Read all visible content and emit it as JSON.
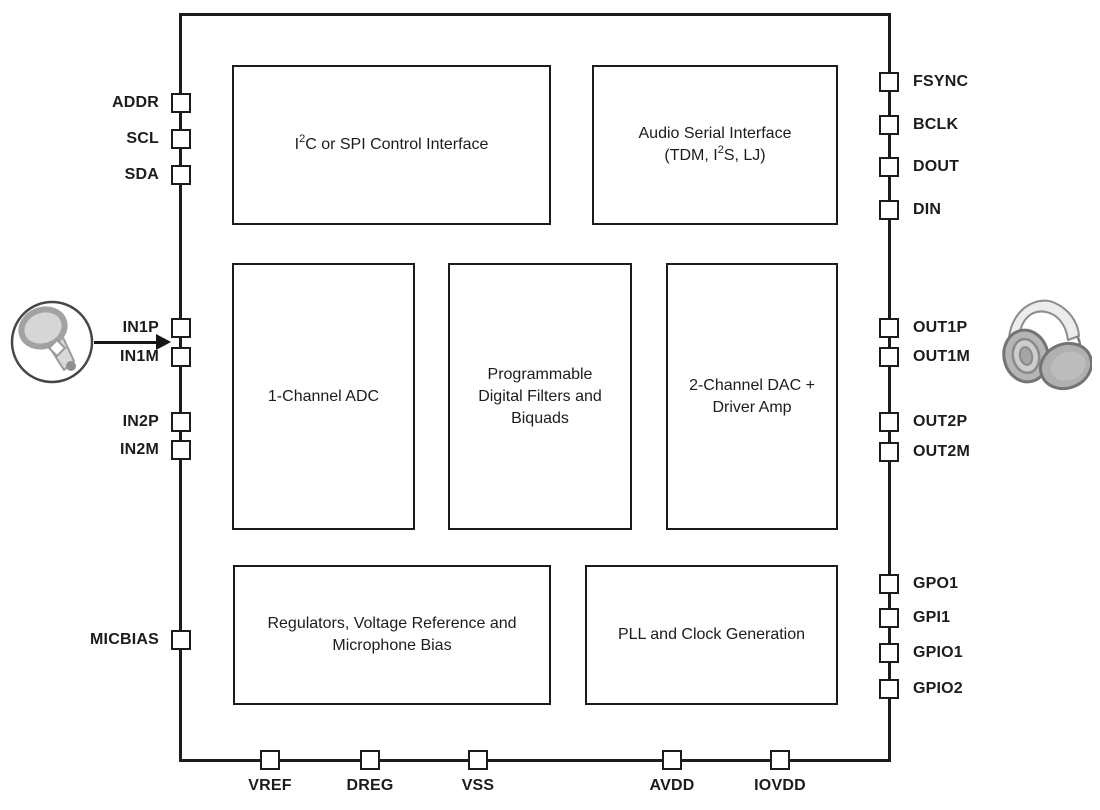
{
  "diagram": {
    "kind": "audio-codec-functional-block-diagram",
    "blocks": {
      "i2c": {
        "pre": "I",
        "sup": "2",
        "post": "C or SPI Control Interface"
      },
      "asi": {
        "line1": "Audio Serial Interface",
        "l2pre": "(TDM, I",
        "l2sup": "2",
        "l2post": "S, LJ)"
      },
      "adc": {
        "line1": "1-Channel ADC"
      },
      "filters": {
        "line1": "Programmable",
        "line2": "Digital Filters and",
        "line3": "Biquads"
      },
      "dac": {
        "line1": "2-Channel DAC +",
        "line2": "Driver Amp"
      },
      "reg": {
        "line1": "Regulators, Voltage Reference and",
        "line2": "Microphone Bias"
      },
      "pll": {
        "line1": "PLL and Clock Generation"
      }
    },
    "pins": {
      "left": [
        {
          "label": "ADDR"
        },
        {
          "label": "SCL"
        },
        {
          "label": "SDA"
        },
        {
          "label": "IN1P"
        },
        {
          "label": "IN1M"
        },
        {
          "label": "IN2P"
        },
        {
          "label": "IN2M"
        },
        {
          "label": "MICBIAS"
        }
      ],
      "right": [
        {
          "label": "FSYNC"
        },
        {
          "label": "BCLK"
        },
        {
          "label": "DOUT"
        },
        {
          "label": "DIN"
        },
        {
          "label": "OUT1P"
        },
        {
          "label": "OUT1M"
        },
        {
          "label": "OUT2P"
        },
        {
          "label": "OUT2M"
        },
        {
          "label": "GPO1"
        },
        {
          "label": "GPI1"
        },
        {
          "label": "GPIO1"
        },
        {
          "label": "GPIO2"
        }
      ],
      "bottom": [
        {
          "label": "VREF"
        },
        {
          "label": "DREG"
        },
        {
          "label": "VSS"
        },
        {
          "label": "AVDD"
        },
        {
          "label": "IOVDD"
        }
      ]
    },
    "icons": {
      "left": "microphone",
      "right": "headphones"
    },
    "colors": {
      "line": "#1c1c1c",
      "icon_stroke": "#8c8c8c",
      "icon_fill": "#d6d6d6"
    }
  }
}
